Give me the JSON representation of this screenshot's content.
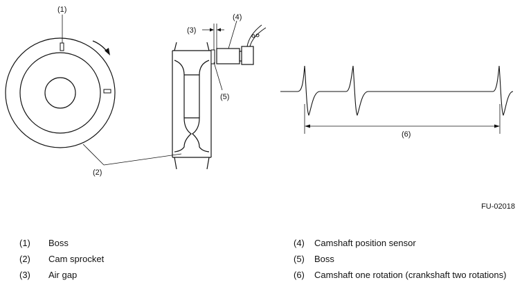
{
  "figure": {
    "code": "FU-02018",
    "callouts": {
      "c1": "(1)",
      "c2": "(2)",
      "c3": "(3)",
      "c4": "(4)",
      "c5": "(5)",
      "c6": "(6)"
    }
  },
  "legend": {
    "left": [
      {
        "num": "(1)",
        "label": "Boss"
      },
      {
        "num": "(2)",
        "label": "Cam sprocket"
      },
      {
        "num": "(3)",
        "label": "Air gap"
      }
    ],
    "right": [
      {
        "num": "(4)",
        "label": "Camshaft position sensor"
      },
      {
        "num": "(5)",
        "label": "Boss"
      },
      {
        "num": "(6)",
        "label": "Camshaft one rotation (crankshaft two rotations)"
      }
    ]
  }
}
